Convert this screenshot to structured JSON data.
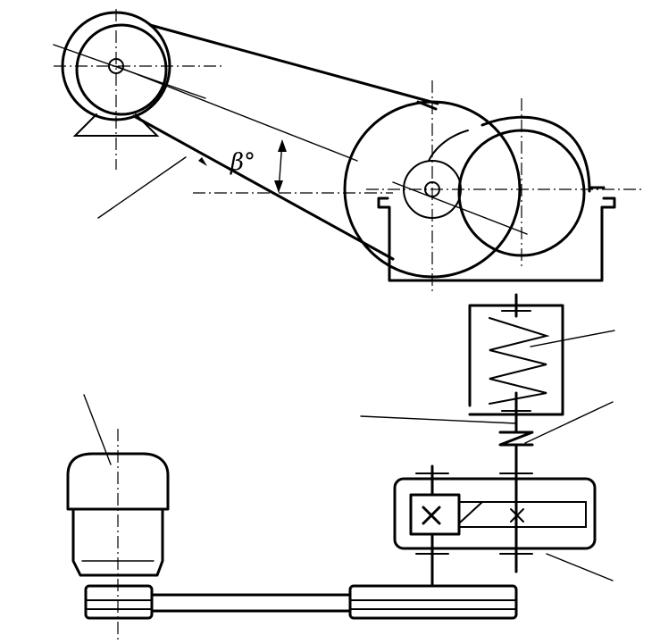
{
  "diagram": {
    "angle_label": "β°",
    "colors": {
      "ink": "#000000",
      "paper": "#ffffff"
    },
    "parts": {
      "motor_top": "motor-pulley",
      "reducer_top": "reducer-with-large-pulley",
      "spring": "spring-housing",
      "coupling": "coupling",
      "gearbox": "gearbox",
      "motor_bottom": "vertical-motor",
      "belt_bottom": "flat-belt-drive"
    }
  }
}
